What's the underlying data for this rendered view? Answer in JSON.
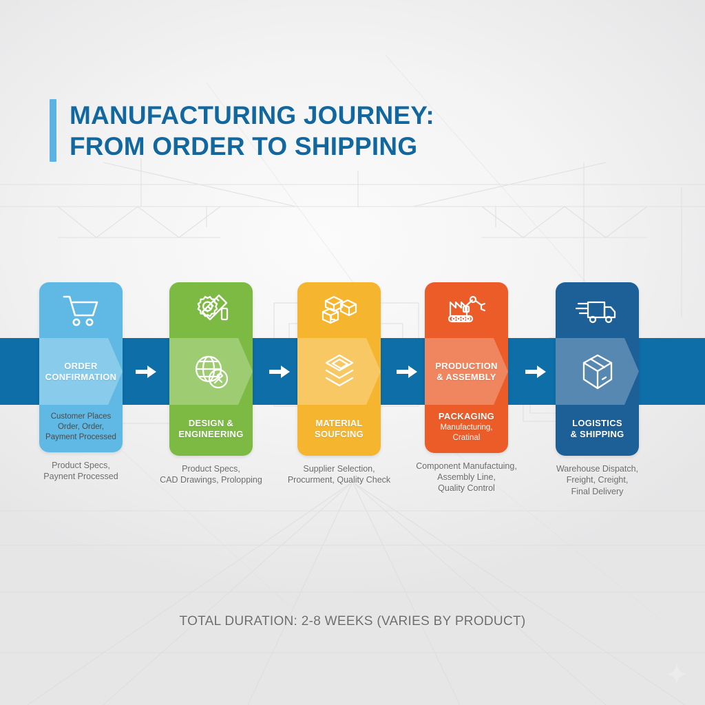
{
  "header": {
    "title": "MANUFACTURING JOURNEY:\nFROM ORDER TO SHIPPING",
    "accent_color": "#5cb3e3",
    "title_color": "#12679f"
  },
  "band": {
    "color": "#0d6ea8",
    "arrow_icon": "right-arrow-icon",
    "arrow_color": "#ffffff",
    "arrow_count": 4
  },
  "steps": [
    {
      "id": "order-confirmation",
      "color": "#5fb9e4",
      "top_icon": "shopping-cart-icon",
      "mid_icon": null,
      "band_title": "ORDER\nCONFIRMATION",
      "bottom_title": "",
      "bottom_body": "Customer Places\nOrder, Order,\nPayment Processed",
      "bottom_body_dark": true,
      "caption": "Product Specs,\nPaynent Processed"
    },
    {
      "id": "design-engineering",
      "color": "#7cba43",
      "top_icon": "gear-ruler-icon",
      "mid_icon": "globe-tools-icon",
      "band_title": "",
      "bottom_title": "DESIGN &\nENGINEERING",
      "bottom_body": "",
      "bottom_body_dark": false,
      "caption": "Product Specs,\nCAD Drawings, Prolopping"
    },
    {
      "id": "material-sourcing",
      "color": "#f6b52e",
      "top_icon": "boxes-icon",
      "mid_icon": "layers-icon",
      "band_title": "",
      "bottom_title": "MATERIAL\nSOUFCING",
      "bottom_body": "",
      "bottom_body_dark": false,
      "caption": "Supplier Selection,\nProcurment, Quality Check"
    },
    {
      "id": "production-assembly",
      "color": "#eb5c29",
      "top_icon": "robot-arm-conveyor-icon",
      "mid_icon": null,
      "band_title": "PRODUCTION\n& ASSEMBLY",
      "bottom_title": "PACKAGING",
      "bottom_body": "Manufacturing,\nCratinal",
      "bottom_body_dark": false,
      "caption": "Component Manufactuing,\nAssembly Line,\nQuality Control"
    },
    {
      "id": "logistics-shipping",
      "color": "#1d5f97",
      "top_icon": "delivery-truck-icon",
      "mid_icon": "package-box-icon",
      "band_title": "",
      "bottom_title": "LOGISTICS\n& SHIPPING",
      "bottom_body": "",
      "bottom_body_dark": false,
      "caption": "Warehouse Dispatch,\nFreight, Creight,\nFinal Delivery"
    }
  ],
  "footer": {
    "text": "TOTAL DURATION: 2-8 WEEKS (VARIES BY PRODUCT)"
  },
  "decor": {
    "sparkle_icon": "four-point-star-icon"
  }
}
